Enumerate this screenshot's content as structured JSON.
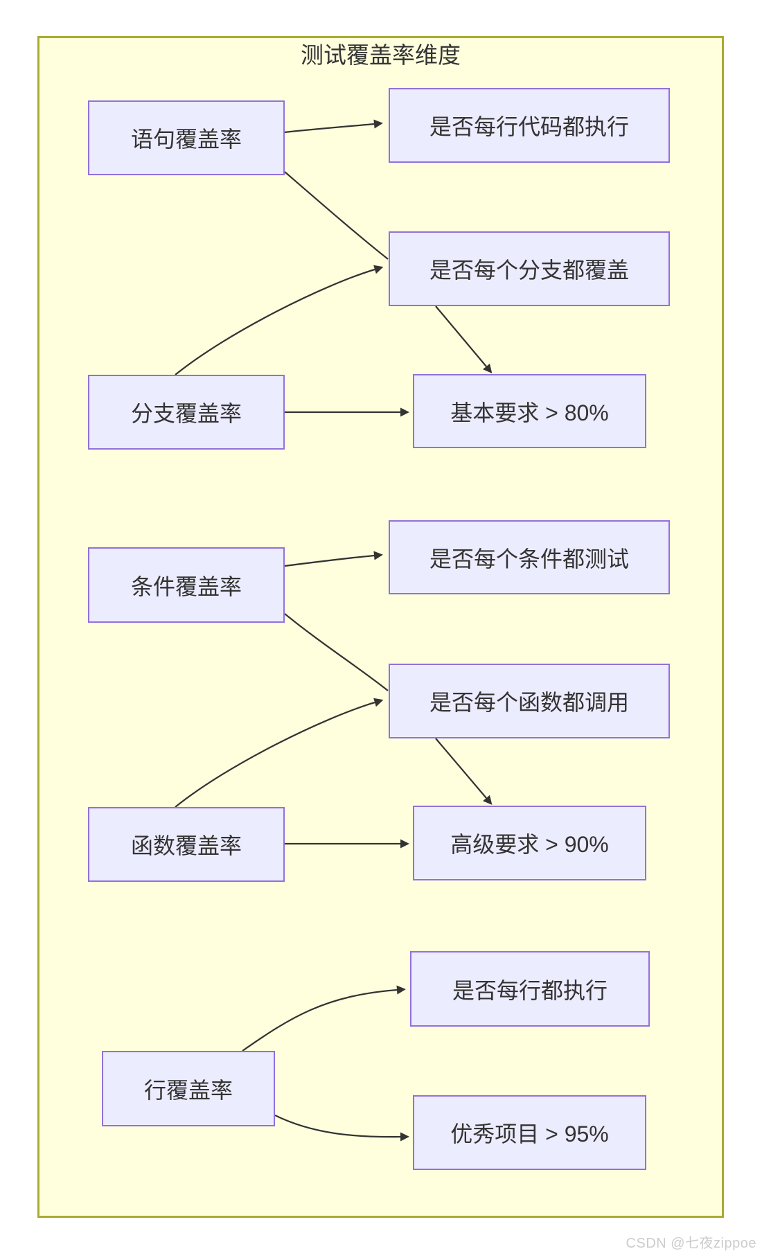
{
  "diagram": {
    "title": "测试覆盖率维度",
    "nodes": {
      "statement": {
        "label": "语句覆盖率"
      },
      "statement_desc": {
        "label": "是否每行代码都执行"
      },
      "branch": {
        "label": "分支覆盖率"
      },
      "branch_desc": {
        "label": "是否每个分支都覆盖"
      },
      "basic_req": {
        "label": "基本要求 > 80%"
      },
      "condition": {
        "label": "条件覆盖率"
      },
      "condition_desc": {
        "label": "是否每个条件都测试"
      },
      "function": {
        "label": "函数覆盖率"
      },
      "function_desc": {
        "label": "是否每个函数都调用"
      },
      "advanced_req": {
        "label": "高级要求 > 90%"
      },
      "line": {
        "label": "行覆盖率"
      },
      "line_desc": {
        "label": "是否每行都执行"
      },
      "excellent_req": {
        "label": "优秀项目 > 95%"
      }
    },
    "edges": [
      {
        "from": "statement",
        "to": "statement_desc"
      },
      {
        "from": "statement",
        "to": "branch_desc"
      },
      {
        "from": "branch",
        "to": "branch_desc"
      },
      {
        "from": "branch",
        "to": "basic_req"
      },
      {
        "from": "branch_desc",
        "to": "basic_req"
      },
      {
        "from": "condition",
        "to": "condition_desc"
      },
      {
        "from": "condition",
        "to": "function_desc"
      },
      {
        "from": "function",
        "to": "function_desc"
      },
      {
        "from": "function",
        "to": "advanced_req"
      },
      {
        "from": "function_desc",
        "to": "advanced_req"
      },
      {
        "from": "line",
        "to": "line_desc"
      },
      {
        "from": "line",
        "to": "excellent_req"
      }
    ],
    "colors": {
      "node_fill": "#ECECFF",
      "node_border": "#9370DB",
      "canvas_fill": "#FFFFDE",
      "canvas_border": "#AAAA33",
      "edge": "#333333",
      "text": "#333333"
    }
  },
  "watermark": {
    "text": "CSDN @七夜zippoe"
  }
}
